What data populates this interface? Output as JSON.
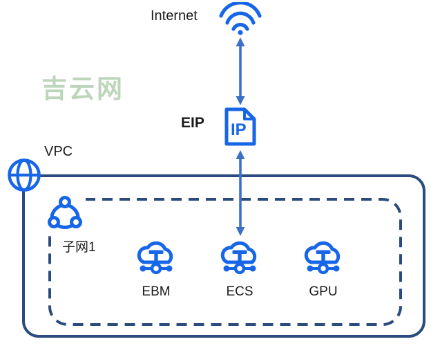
{
  "diagram": {
    "watermark": "吉云网",
    "internet_label": "Internet",
    "eip_label": "EIP",
    "ip_icon_text": "IP",
    "vpc_label": "VPC",
    "subnet_label": "子网1",
    "servers": [
      {
        "label": "EBM"
      },
      {
        "label": "ECS"
      },
      {
        "label": "GPU"
      }
    ],
    "colors": {
      "icon_blue": "#1766e8",
      "border_navy": "#2b4b7e",
      "arrow_blue": "#3e6fc6",
      "watermark_green": "#b6d2b4",
      "text_black": "#1b1b1b"
    }
  }
}
